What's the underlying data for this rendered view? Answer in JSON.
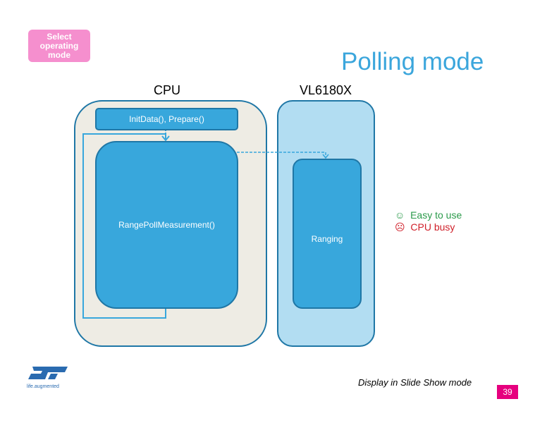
{
  "mode_button": {
    "label": "Select operating mode"
  },
  "title": "Polling mode",
  "labels": {
    "cpu": "CPU",
    "sensor": "VL6180X"
  },
  "blocks": {
    "init": "InitData(), Prepare()",
    "range_poll": "RangePollMeasurement()",
    "ranging": "Ranging"
  },
  "pros_cons": [
    {
      "icon": "☺",
      "text": "Easy to use",
      "color": "#2a9a4a"
    },
    {
      "icon": "☹",
      "text": "CPU busy",
      "color": "#d0202a"
    }
  ],
  "logo": {
    "tagline": "life.augmented"
  },
  "footer": "Display in Slide Show mode",
  "page_number": "39"
}
